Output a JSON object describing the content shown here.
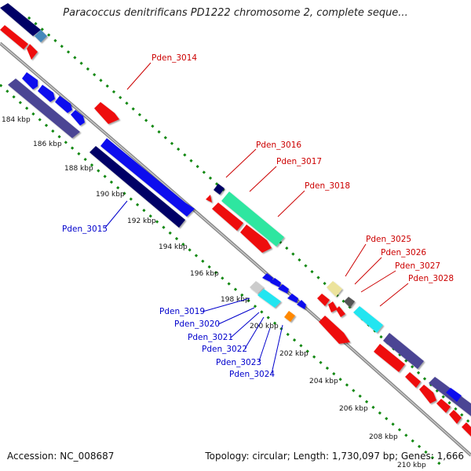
{
  "title": "Paracoccus denitrificans PD1222 chromosome 2, complete seque...",
  "accession": "Accession: NC_008687",
  "topology": "Topology: circular; Length: 1,730,097 bp; Genes: 1,666",
  "colors": {
    "red": "#ee1111",
    "blue": "#1111ee",
    "navy": "#000066",
    "slate": "#4b4494",
    "steel": "#4488bb",
    "teal": "#2ee6a0",
    "cyan": "#22e5f0",
    "orange": "#ff8800",
    "khaki": "#ece39c",
    "grey": "#555555",
    "lightgrey": "#cccccc",
    "backbone": "#888888",
    "tick": "#118811",
    "label_red": "#cc0000",
    "label_blue": "#0000cc"
  },
  "kbp_labels": [
    "184 kbp",
    "186 kbp",
    "188 kbp",
    "190 kbp",
    "192 kbp",
    "194 kbp",
    "196 kbp",
    "198 kbp",
    "200 kbp",
    "202 kbp",
    "204 kbp",
    "206 kbp",
    "208 kbp",
    "210 kbp"
  ],
  "gene_labels": {
    "p3014": "Pden_3014",
    "p3015": "Pden_3015",
    "p3016": "Pden_3016",
    "p3017": "Pden_3017",
    "p3018": "Pden_3018",
    "p3019": "Pden_3019",
    "p3020": "Pden_3020",
    "p3021": "Pden_3021",
    "p3022": "Pden_3022",
    "p3023": "Pden_3023",
    "p3024": "Pden_3024",
    "p3025": "Pden_3025",
    "p3026": "Pden_3026",
    "p3027": "Pden_3027",
    "p3028": "Pden_3028"
  }
}
